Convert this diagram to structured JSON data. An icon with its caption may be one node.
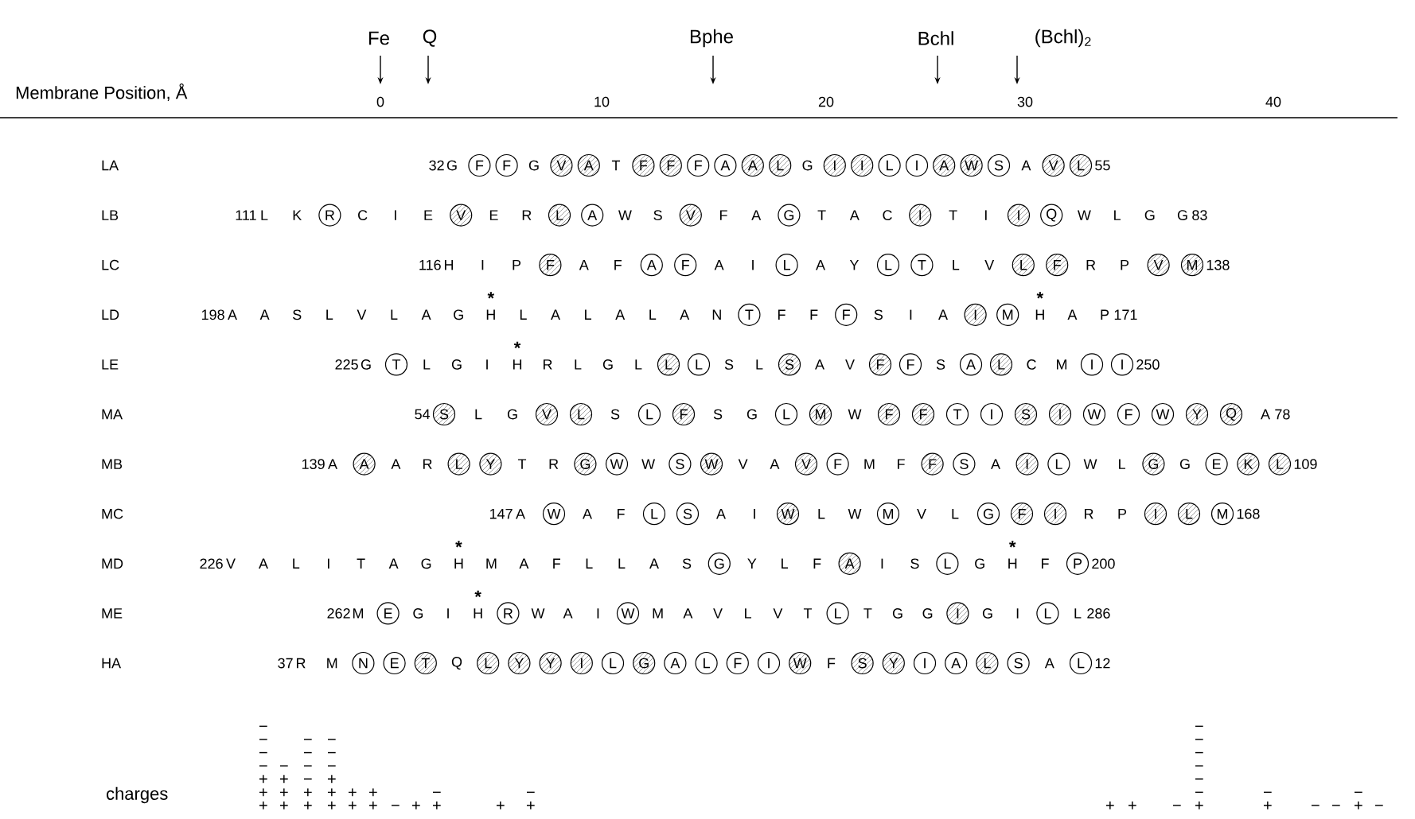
{
  "diagram": {
    "labels": [
      "Fe",
      "Q",
      "Bphe",
      "Bchl",
      "(Bchl)$_{2}$",
      "Membrane Position, Å",
      "0",
      "10",
      "20",
      "30",
      "40",
      "LA",
      "32",
      "G",
      "G",
      "T",
      "G",
      "A",
      "55",
      "LB",
      "111",
      "L",
      "K",
      "C",
      "I",
      "E",
      "E",
      "R",
      "W",
      "S",
      "F",
      "A",
      "T",
      "A",
      "C",
      "T",
      "I",
      "W",
      "L",
      "G",
      "G",
      "83",
      "LC",
      "116",
      "H",
      "I",
      "P",
      "A",
      "F",
      "A",
      "I",
      "A",
      "Y",
      "L",
      "V",
      "R",
      "P",
      "138",
      "*",
      "*",
      "LD",
      "198",
      "A",
      "A",
      "S",
      "L",
      "V",
      "L",
      "A",
      "G",
      "H",
      "L",
      "A",
      "L",
      "A",
      "L",
      "A",
      "N",
      "F",
      "F",
      "S",
      "I",
      "A",
      "H",
      "A",
      "P",
      "171",
      "*",
      "LE",
      "225",
      "G",
      "L",
      "G",
      "I",
      "H",
      "R",
      "L",
      "G",
      "L",
      "S",
      "L",
      "A",
      "V",
      "S",
      "C",
      "M",
      "250",
      "MA",
      "54",
      "L",
      "G",
      "S",
      "S",
      "G",
      "W",
      "A",
      "78",
      "MB",
      "139",
      "A",
      "A",
      "R",
      "T",
      "R",
      "W",
      "V",
      "A",
      "M",
      "F",
      "A",
      "W",
      "L",
      "G",
      "109",
      "MC",
      "147",
      "A",
      "A",
      "F",
      "A",
      "I",
      "L",
      "W",
      "V",
      "L",
      "R",
      "P",
      "168",
      "*",
      "*",
      "MD",
      "226",
      "V",
      "A",
      "L",
      "I",
      "T",
      "A",
      "G",
      "H",
      "M",
      "A",
      "F",
      "L",
      "L",
      "A",
      "S",
      "Y",
      "L",
      "F",
      "I",
      "S",
      "G",
      "H",
      "F",
      "200",
      "*",
      "ME",
      "262",
      "M",
      "G",
      "I",
      "H",
      "W",
      "A",
      "I",
      "M",
      "A",
      "V",
      "L",
      "V",
      "T",
      "T",
      "G",
      "G",
      "G",
      "I",
      "L",
      "286",
      "HA",
      "37",
      "R",
      "M",
      "Q",
      "F",
      "A",
      "12",
      "charges",
      "− − − − + + +",
      "− + + +",
      "− − − − + +",
      "− − − + + +",
      "+ +",
      "+ +",
      "−",
      "+",
      "− +",
      "+",
      "− +",
      "+",
      "+",
      "−",
      "− − − − − − +",
      "− +",
      "−",
      "−",
      "− +",
      "−"
    ],
    "nodes": [
      {
        "text": [
          "F"
        ]
      },
      {
        "text": [
          "F"
        ]
      },
      {
        "text": [
          "V"
        ]
      },
      {
        "text": [
          "A"
        ]
      },
      {
        "text": [
          "F"
        ]
      },
      {
        "text": [
          "F"
        ]
      },
      {
        "text": [
          "F"
        ]
      },
      {
        "text": [
          "A"
        ]
      },
      {
        "text": [
          "A"
        ]
      },
      {
        "text": [
          "L"
        ]
      },
      {
        "text": [
          "I"
        ]
      },
      {
        "text": [
          "I"
        ]
      },
      {
        "text": [
          "L"
        ]
      },
      {
        "text": [
          "I"
        ]
      },
      {
        "text": [
          "A"
        ]
      },
      {
        "text": [
          "W"
        ]
      },
      {
        "text": [
          "S"
        ]
      },
      {
        "text": [
          "V"
        ]
      },
      {
        "text": [
          "L"
        ]
      },
      {
        "text": [
          "R"
        ]
      },
      {
        "text": [
          "V"
        ]
      },
      {
        "text": [
          "L"
        ]
      },
      {
        "text": [
          "A"
        ]
      },
      {
        "text": [
          "V"
        ]
      },
      {
        "text": [
          "G"
        ]
      },
      {
        "text": [
          "I"
        ]
      },
      {
        "text": [
          "I"
        ]
      },
      {
        "text": [
          "Q"
        ]
      },
      {
        "text": [
          "F"
        ]
      },
      {
        "text": [
          "A"
        ]
      },
      {
        "text": [
          "F"
        ]
      },
      {
        "text": [
          "L"
        ]
      },
      {
        "text": [
          "L"
        ]
      },
      {
        "text": [
          "T"
        ]
      },
      {
        "text": [
          "L"
        ]
      },
      {
        "text": [
          "F"
        ]
      },
      {
        "text": [
          "V"
        ]
      },
      {
        "text": [
          "M"
        ]
      },
      {
        "text": [
          "T"
        ]
      },
      {
        "text": [
          "F"
        ]
      },
      {
        "text": [
          "I"
        ]
      },
      {
        "text": [
          "M"
        ]
      },
      {
        "text": [
          "T"
        ]
      },
      {
        "text": [
          "L"
        ]
      },
      {
        "text": [
          "L"
        ]
      },
      {
        "text": [
          "S"
        ]
      },
      {
        "text": [
          "F"
        ]
      },
      {
        "text": [
          "F"
        ]
      },
      {
        "text": [
          "A"
        ]
      },
      {
        "text": [
          "L"
        ]
      },
      {
        "text": [
          "I"
        ]
      },
      {
        "text": [
          "I"
        ]
      },
      {
        "text": [
          "S"
        ]
      },
      {
        "text": [
          "V"
        ]
      },
      {
        "text": [
          "L"
        ]
      },
      {
        "text": [
          "L"
        ]
      },
      {
        "text": [
          "F"
        ]
      },
      {
        "text": [
          "L"
        ]
      },
      {
        "text": [
          "M"
        ]
      },
      {
        "text": [
          "F"
        ]
      },
      {
        "text": [
          "F"
        ]
      },
      {
        "text": [
          "T"
        ]
      },
      {
        "text": [
          "I"
        ]
      },
      {
        "text": [
          "S"
        ]
      },
      {
        "text": [
          "I"
        ]
      },
      {
        "text": [
          "W"
        ]
      },
      {
        "text": [
          "F"
        ]
      },
      {
        "text": [
          "W"
        ]
      },
      {
        "text": [
          "Y"
        ]
      },
      {
        "text": [
          "Q"
        ]
      },
      {
        "text": [
          "A"
        ]
      },
      {
        "text": [
          "L"
        ]
      },
      {
        "text": [
          "Y"
        ]
      },
      {
        "text": [
          "G"
        ]
      },
      {
        "text": [
          "W"
        ]
      },
      {
        "text": [
          "S"
        ]
      },
      {
        "text": [
          "W"
        ]
      },
      {
        "text": [
          "V"
        ]
      },
      {
        "text": [
          "F"
        ]
      },
      {
        "text": [
          "F"
        ]
      },
      {
        "text": [
          "S"
        ]
      },
      {
        "text": [
          "I"
        ]
      },
      {
        "text": [
          "L"
        ]
      },
      {
        "text": [
          "G"
        ]
      },
      {
        "text": [
          "E"
        ]
      },
      {
        "text": [
          "K"
        ]
      },
      {
        "text": [
          "L"
        ]
      },
      {
        "text": [
          "W"
        ]
      },
      {
        "text": [
          "L"
        ]
      },
      {
        "text": [
          "S"
        ]
      },
      {
        "text": [
          "W"
        ]
      },
      {
        "text": [
          "M"
        ]
      },
      {
        "text": [
          "G"
        ]
      },
      {
        "text": [
          "F"
        ]
      },
      {
        "text": [
          "I"
        ]
      },
      {
        "text": [
          "I"
        ]
      },
      {
        "text": [
          "L"
        ]
      },
      {
        "text": [
          "M"
        ]
      },
      {
        "text": [
          "G"
        ]
      },
      {
        "text": [
          "A"
        ]
      },
      {
        "text": [
          "L"
        ]
      },
      {
        "text": [
          "P"
        ]
      },
      {
        "text": [
          "E"
        ]
      },
      {
        "text": [
          "R"
        ]
      },
      {
        "text": [
          "W"
        ]
      },
      {
        "text": [
          "L"
        ]
      },
      {
        "text": [
          "I"
        ]
      },
      {
        "text": [
          "L"
        ]
      },
      {
        "text": [
          "N"
        ]
      },
      {
        "text": [
          "E"
        ]
      },
      {
        "text": [
          "T"
        ]
      },
      {
        "text": [
          "L"
        ]
      },
      {
        "text": [
          "Y"
        ]
      },
      {
        "text": [
          "Y"
        ]
      },
      {
        "text": [
          "I"
        ]
      },
      {
        "text": [
          "L"
        ]
      },
      {
        "text": [
          "G"
        ]
      },
      {
        "text": [
          "A"
        ]
      },
      {
        "text": [
          "L"
        ]
      },
      {
        "text": [
          "F"
        ]
      },
      {
        "text": [
          "I"
        ]
      },
      {
        "text": [
          "W"
        ]
      },
      {
        "text": [
          "S"
        ]
      },
      {
        "text": [
          "Y"
        ]
      },
      {
        "text": [
          "I"
        ]
      },
      {
        "text": [
          "A"
        ]
      },
      {
        "text": [
          "L"
        ]
      },
      {
        "text": [
          "S"
        ]
      },
      {
        "text": [
          "L"
        ]
      }
    ]
  }
}
